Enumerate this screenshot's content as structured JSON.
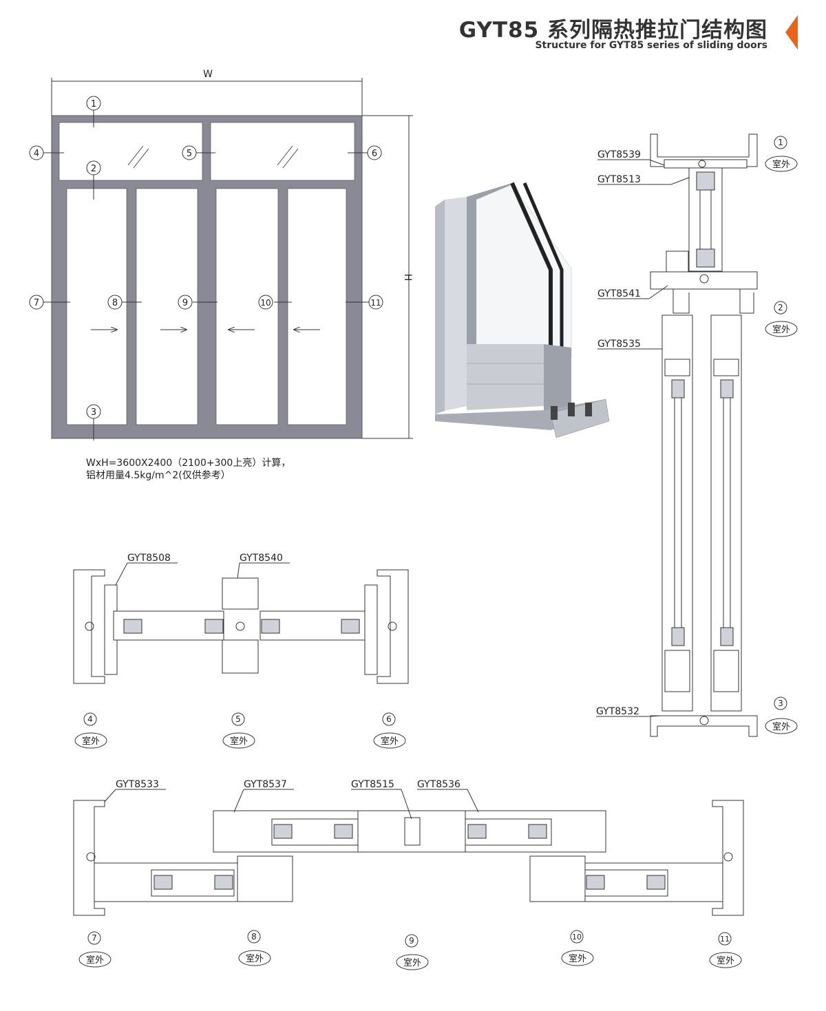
{
  "header": {
    "title": "GYT85 系列隔热推拉门结构图",
    "subtitle": "Structure for GYT85 series of sliding doors",
    "accent_color": "#e8641e"
  },
  "elevation": {
    "width_label": "W",
    "height_label": "H",
    "frame_color": "#8a8a96",
    "callouts": [
      "1",
      "2",
      "3",
      "4",
      "5",
      "6",
      "7",
      "8",
      "9",
      "10",
      "11"
    ],
    "spec_line1": "WxH=3600X2400（2100+300上亮）计算，",
    "spec_line2": "铝材用量4.5kg/m^2(仅供参考）"
  },
  "vertical_section": {
    "profile_labels": [
      "GYT8539",
      "GYT8513",
      "GYT8541",
      "GYT8535",
      "GYT8532"
    ],
    "callouts": [
      "1",
      "2",
      "3"
    ],
    "outdoor_label": "室外"
  },
  "horizontal_section_upper": {
    "profile_labels": [
      "GYT8508",
      "GYT8540"
    ],
    "callouts": [
      "4",
      "5",
      "6"
    ],
    "outdoor_label": "室外"
  },
  "horizontal_section_lower": {
    "profile_labels": [
      "GYT8533",
      "GYT8537",
      "GYT8515",
      "GYT8536"
    ],
    "callouts": [
      "7",
      "8",
      "9",
      "10",
      "11"
    ],
    "outdoor_label": "室外"
  },
  "icons": {
    "arrow_right": "arrow-right-icon",
    "arrow_left": "arrow-left-icon",
    "glass_hatch": "glass-hatch-icon",
    "outdoor_badge": "outdoor-badge-icon",
    "orange_accent": "triangle-accent-icon"
  }
}
